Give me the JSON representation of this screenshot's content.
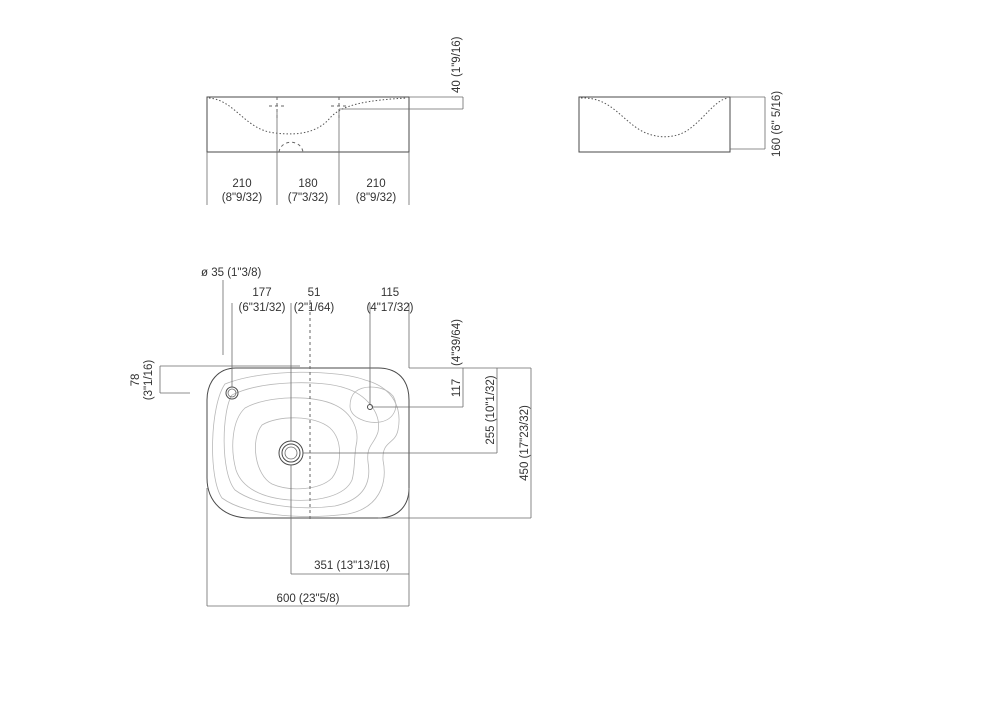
{
  "front_view": {
    "width_left": "210",
    "width_left_in": "(8\"9/32)",
    "width_middle": "180",
    "width_middle_in": "(7\"3/32)",
    "width_right": "210",
    "width_right_in": "(8\"9/32)",
    "rim_depth": "40 (1\"9/16)"
  },
  "side_view": {
    "height": "160 (6\" 5/16)"
  },
  "top_view": {
    "hole_diameter": "ø 35 (1\"3/8)",
    "dim_177": "177",
    "dim_177_in": "(6\"31/32)",
    "dim_51": "51",
    "dim_51_in": "(2\"1/64)",
    "dim_115": "115",
    "dim_115_in": "(4\"17/32)",
    "dim_78": "78",
    "dim_78_in": "(3\"1/16)",
    "dim_117": "117",
    "dim_117_in": "(4\"39/64)",
    "dim_255": "255 (10\"1/32)",
    "dim_450": "450 (17\"23/32)",
    "dim_351": "351 (13\"13/16)",
    "dim_600": "600 (23\"5/8)"
  }
}
